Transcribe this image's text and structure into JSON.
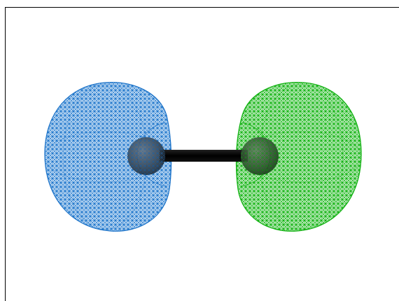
{
  "scene": {
    "background": "#ffffff",
    "frame_color": "#000000",
    "lobes": [
      {
        "name": "left-lobe",
        "mesh_color": "#1e73c8",
        "fill_color": "#2a8ce0"
      },
      {
        "name": "right-lobe",
        "mesh_color": "#10b010",
        "fill_color": "#22c022"
      }
    ],
    "atoms": [
      {
        "name": "left-atom",
        "color": "#3c3c3c"
      },
      {
        "name": "right-atom",
        "color": "#3c3c3c"
      }
    ],
    "bond": {
      "color": "#000000"
    },
    "icons": [
      "wireframe-isosurface",
      "sphere",
      "cylinder"
    ]
  }
}
